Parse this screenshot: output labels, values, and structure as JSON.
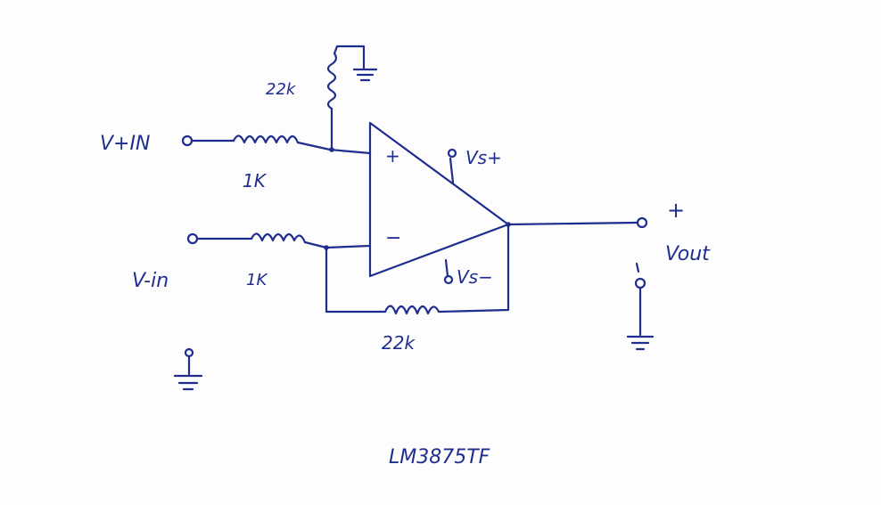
{
  "labels": {
    "v_plus_in": "V+IN",
    "v_minus_in": "V-in",
    "r_input_plus": "1K",
    "r_input_minus": "1K",
    "r_ground": "22k",
    "r_feedback": "22k",
    "plus_sign": "+",
    "minus_sign": "−",
    "vs_plus": "Vs+",
    "vs_minus": "Vs−",
    "out_plus": "+",
    "vout": "Vout",
    "part_number": "LM3875TF"
  },
  "colors": {
    "ink": "#1f2d8f",
    "paper": "#fdfdfd"
  }
}
